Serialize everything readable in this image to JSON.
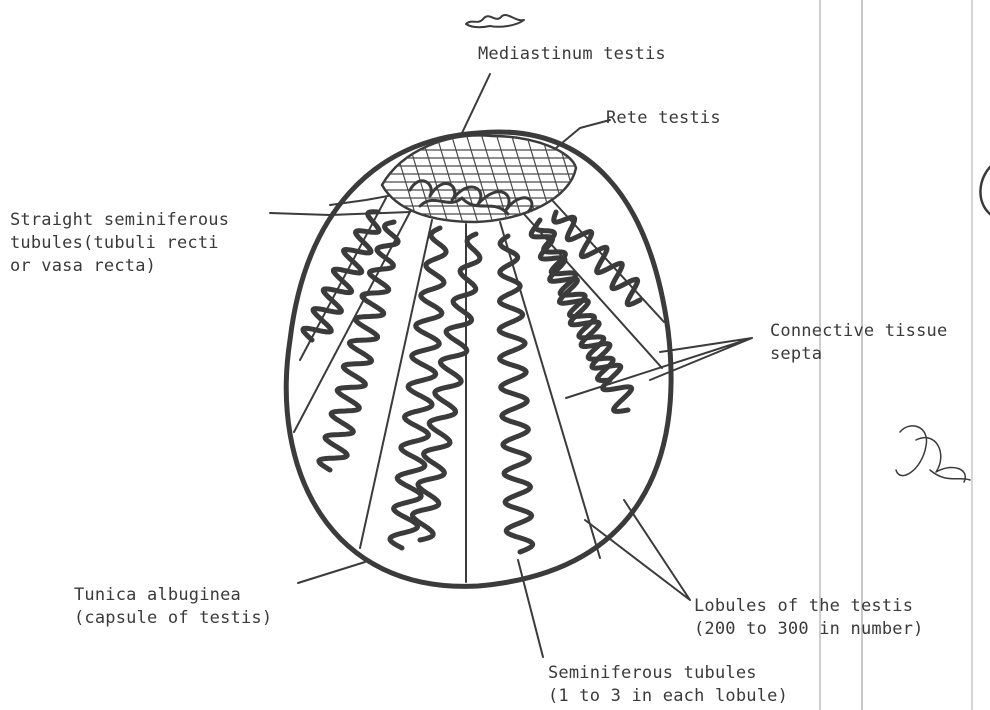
{
  "labels": {
    "mediastinum": "Mediastinum testis",
    "rete": "Rete testis",
    "straight_1": "Straight seminiferous",
    "straight_2": "tubules(tubuli recti",
    "straight_3": "or vasa recta)",
    "connective_1": "Connective tissue",
    "connective_2": "septa",
    "tunica_1": "Tunica albuginea",
    "tunica_2": "(capsule of testis)",
    "lobules_1": "Lobules of the testis",
    "lobules_2": "(200 to 300 in number)",
    "semi_1": "Seminiferous tubules",
    "semi_2": "(1 to 3 in each lobule)"
  },
  "colors": {
    "ink": "#3b3b3b",
    "paper": "#ffffff"
  }
}
